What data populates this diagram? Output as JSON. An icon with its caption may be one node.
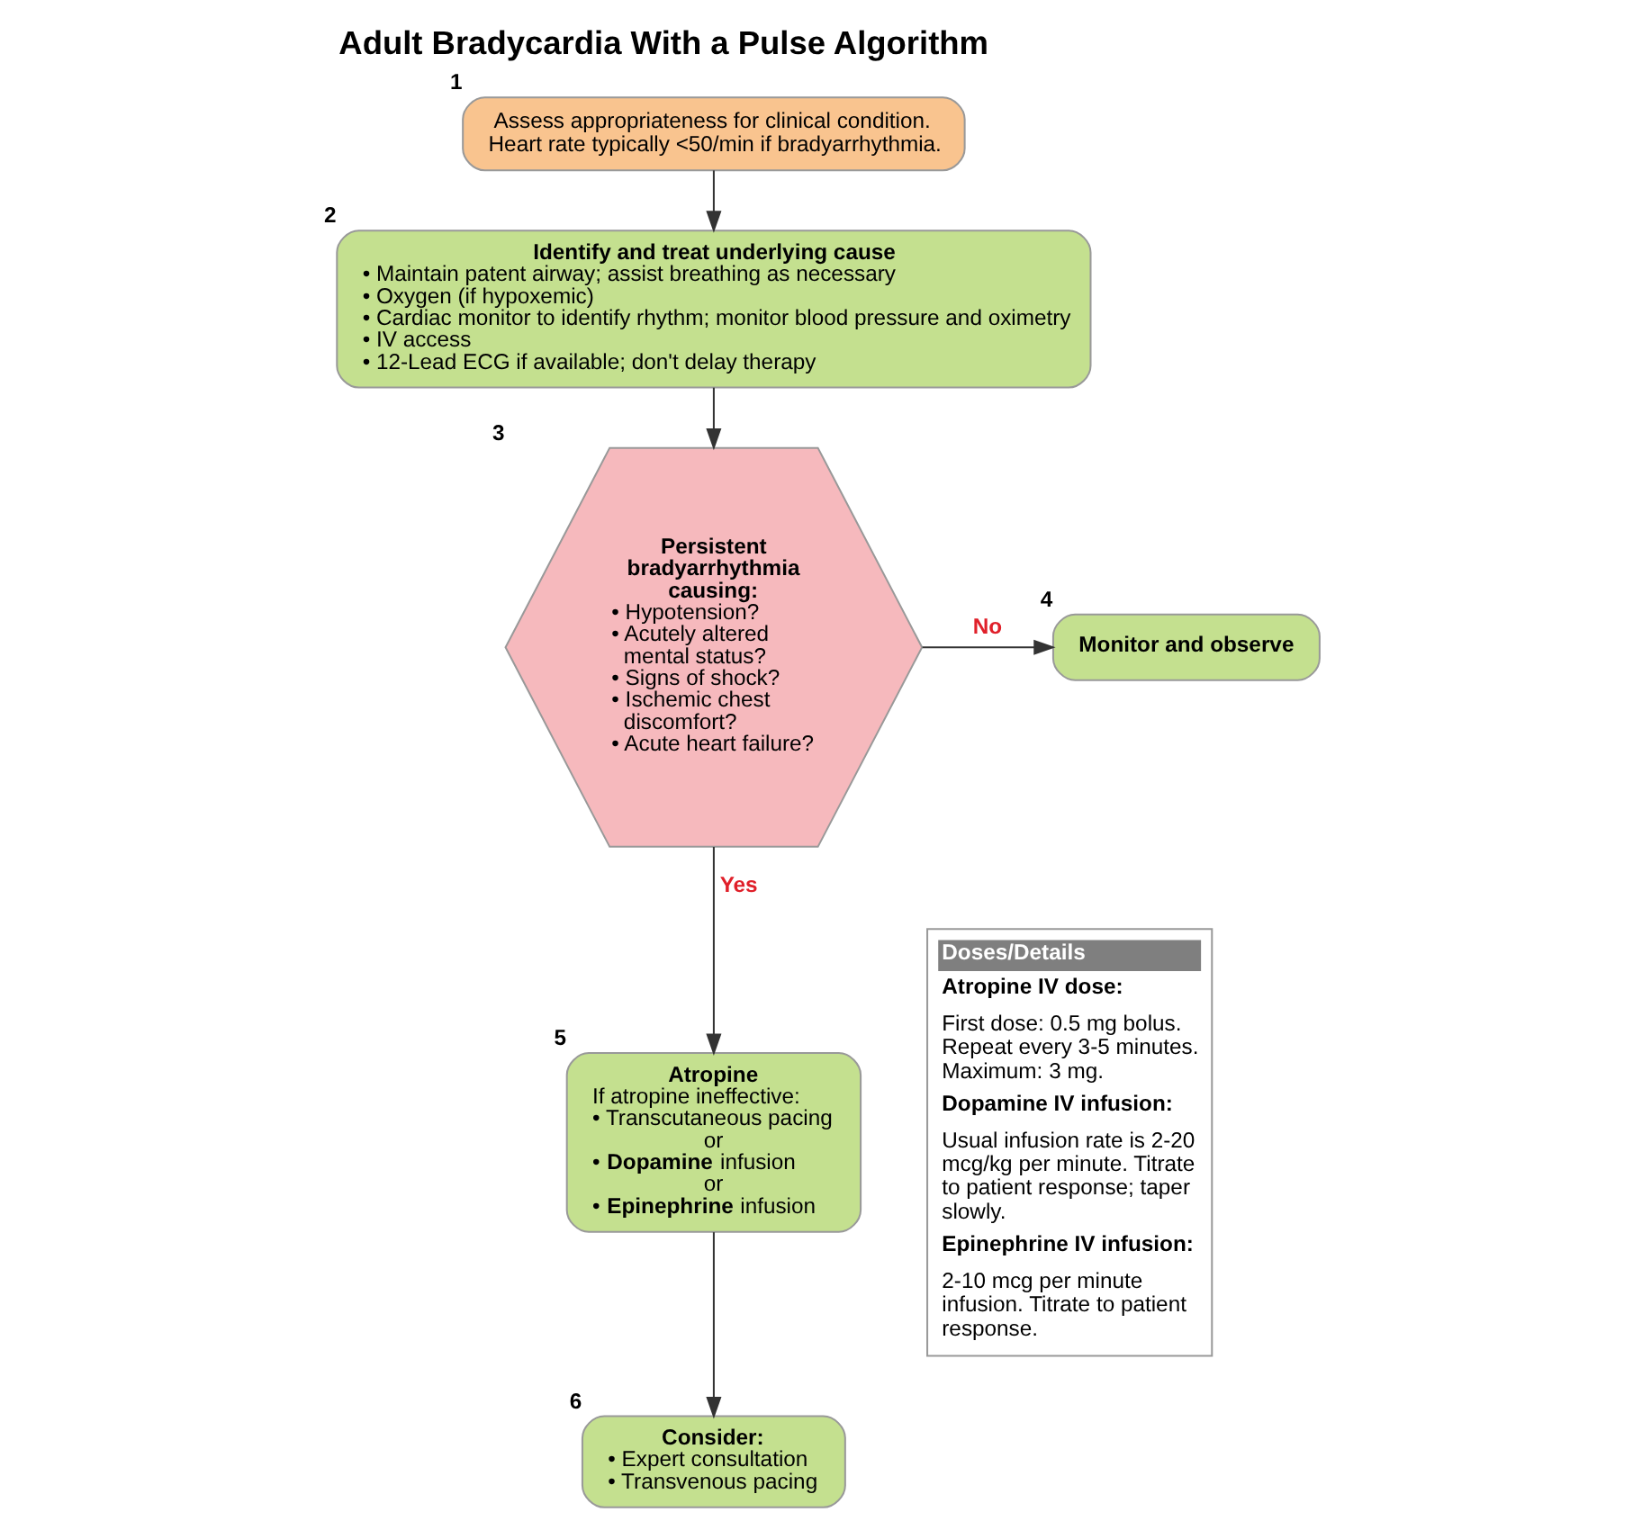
{
  "diagram": {
    "title": "Adult Bradycardia With a Pulse Algorithm",
    "nodes": [
      {
        "text": [
          "Assess appropriateness for clinical condition. Heart rate typically <50/min if bradyarrhythmia."
        ],
        "beside": [
          "1"
        ]
      },
      {
        "text": [
          "Identify and treat underlying cause",
          "• Maintain patent airway; assist breathing as necessary",
          "• Oxygen (if hypoxemic)",
          "• Cardiac monitor to identify rhythm; monitor blood pressure and oximetry",
          "• IV access",
          "• 12-Lead ECG if available; don't delay therapy"
        ],
        "beside": [
          "2"
        ]
      },
      {
        "text": [
          "Persistent bradyarrhythmia causing:",
          "• Hypotension?",
          "• Acutely altered mental status?",
          "• Signs of shock?",
          "• Ischemic chest discomfort?",
          "• Acute heart failure?"
        ],
        "beside": [
          "3"
        ]
      },
      {
        "text": [
          "Monitor and observe"
        ],
        "beside": [
          "4"
        ]
      },
      {
        "text": [
          "Atropine",
          "If atropine ineffective:",
          "• Transcutaneous pacing",
          "or",
          "• **Dopamine** infusion",
          "or",
          "• **Epinephrine** infusion"
        ],
        "beside": [
          "5"
        ]
      },
      {
        "text": [
          "Consider:",
          "• Expert consultation",
          "• Transvenous pacing"
        ],
        "beside": [
          "6"
        ]
      },
      {
        "text": [
          "Doses/Details",
          "Atropine IV dose:",
          "First dose: 0.5 mg bolus. Repeat every 3-5 minutes. Maximum: 3 mg.",
          "Dopamine IV infusion:",
          "Usual infusion rate is 2-20 mcg/kg per minute. Titrate to patient response; taper slowly.",
          "Epinephrine IV infusion:",
          "2-10 mcg per minute infusion. Titrate to patient response."
        ]
      }
    ],
    "edges": [
      {
        "from": 0,
        "to": 1,
        "arrow": "to"
      },
      {
        "from": 1,
        "to": 2,
        "arrow": "to"
      },
      {
        "from": 2,
        "to": 3,
        "arrow": "to",
        "label": "No"
      },
      {
        "from": 2,
        "to": 4,
        "arrow": "to",
        "label": "Yes"
      },
      {
        "from": 4,
        "to": 5,
        "arrow": "to"
      }
    ]
  }
}
